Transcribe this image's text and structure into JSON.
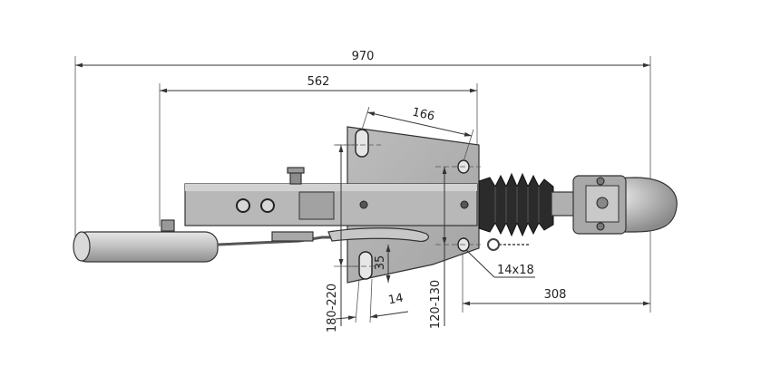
{
  "dimensions": {
    "overall_length": "970",
    "coupling_length": "562",
    "hole_spacing_horizontal": "166",
    "flange_height_range": "180-220",
    "hole_spacing_vertical": "120-130",
    "slot_length": "35",
    "slot_width": "14",
    "hole_size": "14x18",
    "ball_offset": "308"
  },
  "colors": {
    "steel": "#b4b4b4",
    "steel_dark": "#8c8c8c",
    "rubber": "#2b2b2b",
    "dim_line": "#333333"
  }
}
